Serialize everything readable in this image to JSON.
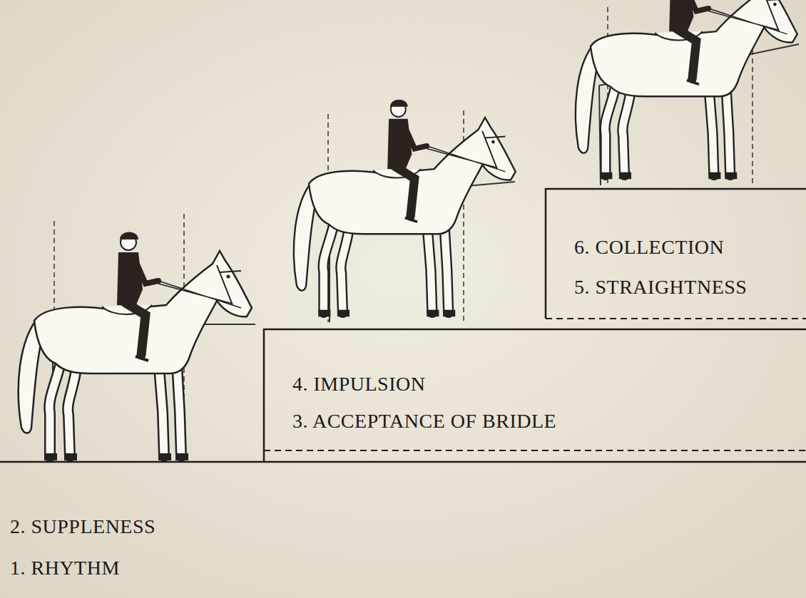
{
  "diagram": {
    "nodes": [
      {
        "text": [
          "2. SUPPLENESS",
          "1. RHYTHM"
        ]
      },
      {
        "text": [
          "4. IMPULSION",
          "3. ACCEPTANCE OF BRIDLE"
        ]
      },
      {
        "text": [
          "6. COLLECTION",
          "5. STRAIGHTNESS"
        ]
      }
    ]
  }
}
